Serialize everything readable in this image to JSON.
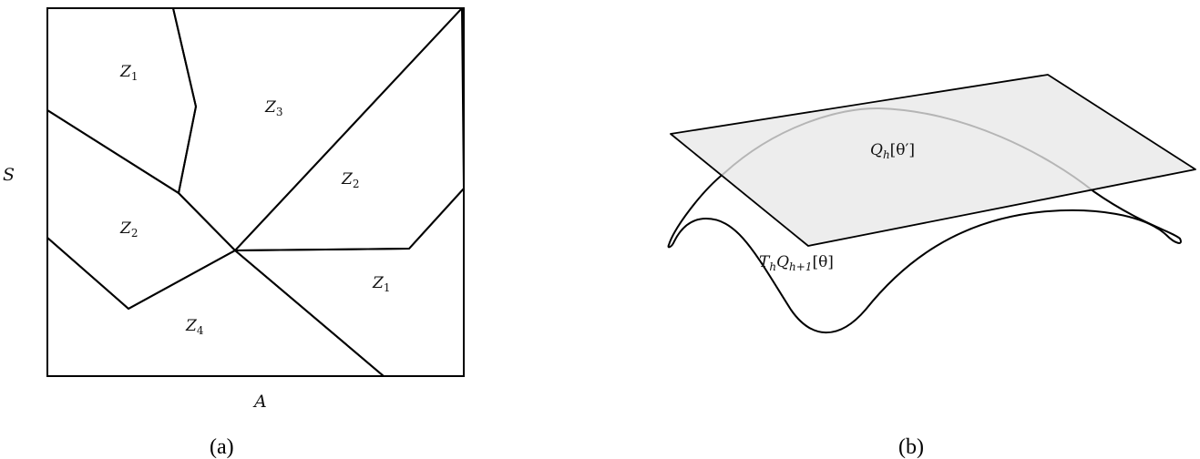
{
  "panel_a": {
    "caption": "(a)",
    "x_axis_label": "A",
    "y_axis_label": "S",
    "regions": [
      {
        "name": "Z",
        "sub": "1",
        "color": "#b3efe6"
      },
      {
        "name": "Z",
        "sub": "3",
        "color": "#f0b334"
      },
      {
        "name": "Z",
        "sub": "2",
        "color": "#98e64e"
      },
      {
        "name": "Z",
        "sub": "1",
        "color": "#b3efe6"
      },
      {
        "name": "Z",
        "sub": "2",
        "color": "#98e64e"
      },
      {
        "name": "Z",
        "sub": "4",
        "color": "#fb6566"
      }
    ]
  },
  "panel_b": {
    "caption": "(b)",
    "plane_label": {
      "main": "Q",
      "sub": "h",
      "bracket": "[θ′]"
    },
    "curve_label": {
      "op": "T",
      "op_sub": "h",
      "main": "Q",
      "sub": "h+1",
      "bracket": "[θ]"
    },
    "plane_color": "#e8e8e8"
  }
}
